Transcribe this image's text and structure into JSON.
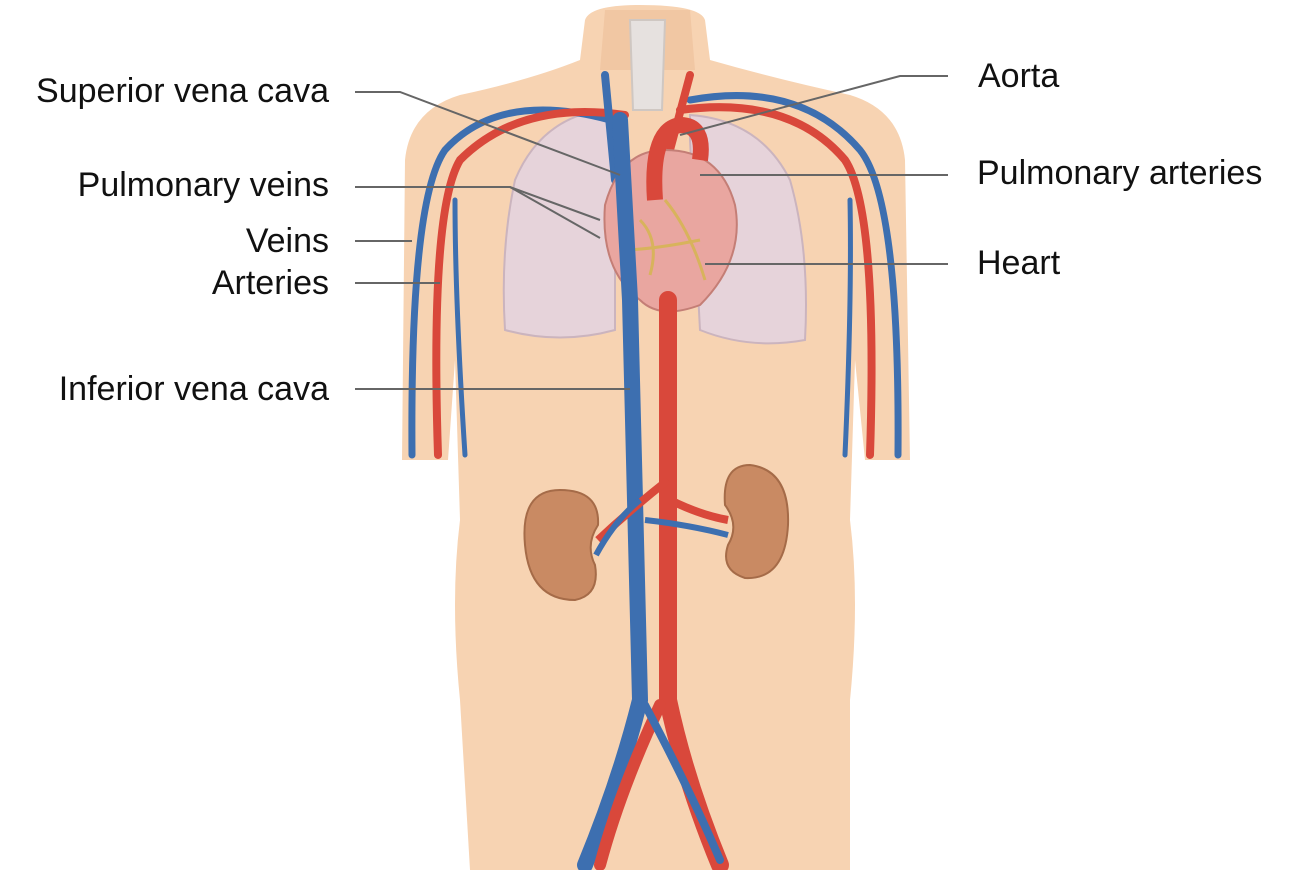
{
  "labels": {
    "superior_vena_cava": "Superior vena cava",
    "pulmonary_veins": "Pulmonary veins",
    "veins": "Veins",
    "arteries": "Arteries",
    "inferior_vena_cava": "Inferior vena cava",
    "aorta": "Aorta",
    "pulmonary_arteries": "Pulmonary arteries",
    "heart": "Heart"
  },
  "colors": {
    "skin": "#f7d3b2",
    "lung": "#e7cfd6",
    "artery": "#d9483b",
    "vein": "#3d6fb0",
    "kidney": "#c98a63",
    "heart": "#e9a6a0",
    "leader_line": "#666666"
  }
}
